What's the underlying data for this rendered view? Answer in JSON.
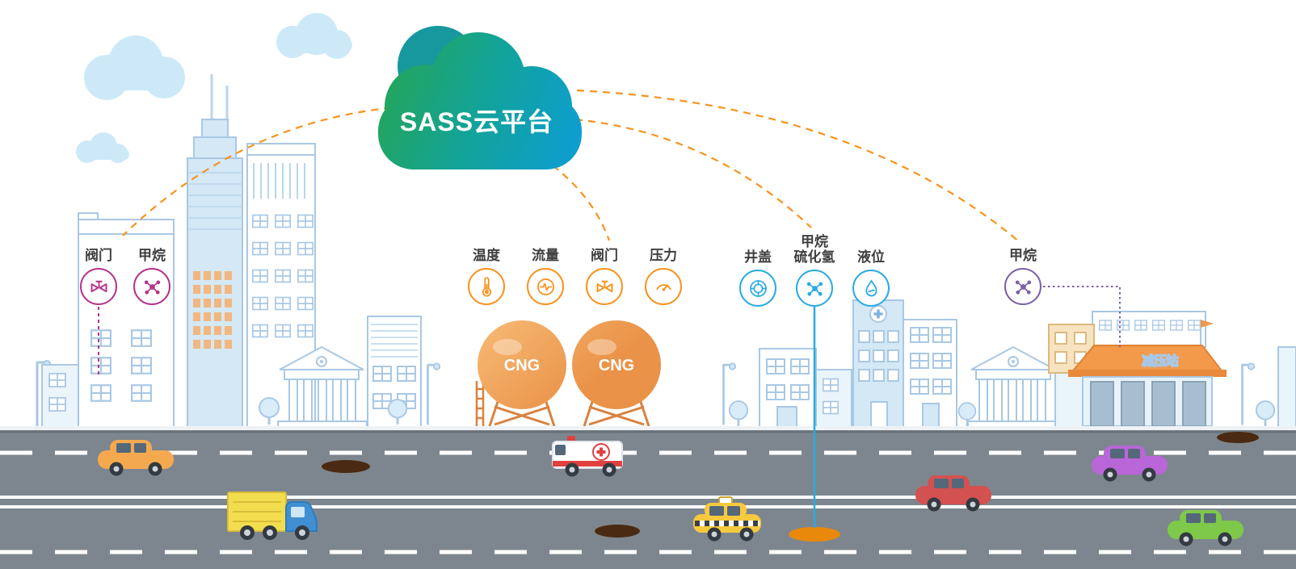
{
  "cloud": {
    "title": "SASS云平台",
    "gradient_from": "#26a653",
    "gradient_mid": "#12a39b",
    "gradient_to": "#0d9dd8"
  },
  "tanks": [
    {
      "label": "CNG"
    },
    {
      "label": "CNG"
    }
  ],
  "station": {
    "label": "减压站"
  },
  "palette": {
    "orange": "#f7931e",
    "blue": "#29abe2",
    "magenta": "#b5338a",
    "purple": "#7b61a8",
    "road": "#7d868e",
    "building_line": "#a9c8e4"
  },
  "sensor_groups": [
    {
      "name": "city-sensors",
      "color": "#b5338a",
      "items": [
        {
          "label_lines": [
            "阀门"
          ],
          "icon": "valve-icon"
        },
        {
          "label_lines": [
            "甲烷"
          ],
          "icon": "methane-icon"
        }
      ]
    },
    {
      "name": "cng-sensors",
      "color": "#f7931e",
      "items": [
        {
          "label_lines": [
            "温度"
          ],
          "icon": "temperature-icon"
        },
        {
          "label_lines": [
            "流量"
          ],
          "icon": "flow-icon"
        },
        {
          "label_lines": [
            "阀门"
          ],
          "icon": "valve-icon"
        },
        {
          "label_lines": [
            "压力"
          ],
          "icon": "pressure-icon"
        }
      ]
    },
    {
      "name": "pipeline-sensors",
      "color": "#29abe2",
      "items": [
        {
          "label_lines": [
            "井盖"
          ],
          "icon": "manhole-icon"
        },
        {
          "label_lines": [
            "甲烷",
            "硫化氢"
          ],
          "icon": "methane-icon"
        },
        {
          "label_lines": [
            "液位"
          ],
          "icon": "level-icon"
        }
      ]
    },
    {
      "name": "station-sensors",
      "color": "#7b61a8",
      "items": [
        {
          "label_lines": [
            "甲烷"
          ],
          "icon": "methane-icon"
        }
      ]
    }
  ],
  "scene_objects": {
    "vehicles": [
      "orange-car",
      "yellow-truck",
      "ambulance",
      "taxi",
      "red-car",
      "purple-car",
      "green-car"
    ],
    "landmarks": [
      "city-skyline-left",
      "cng-tanks",
      "city-skyline-right",
      "pressure-reduction-station",
      "road"
    ]
  }
}
